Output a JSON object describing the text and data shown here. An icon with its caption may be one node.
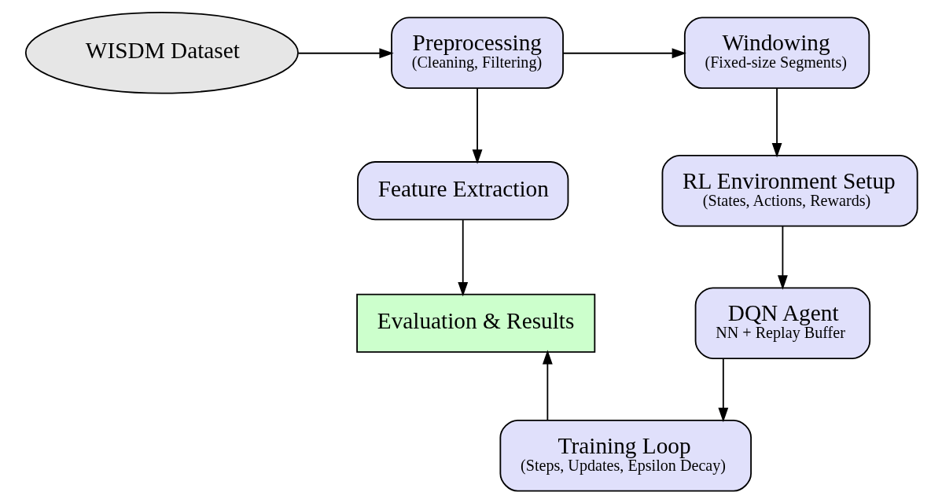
{
  "diagram": {
    "nodes": [
      {
        "text": [
          "WISDM Dataset"
        ]
      },
      {
        "text": [
          "Preprocessing",
          "(Cleaning, Filtering)"
        ]
      },
      {
        "text": [
          "Windowing",
          "(Fixed-size Segments)"
        ]
      },
      {
        "text": [
          "Feature Extraction"
        ]
      },
      {
        "text": [
          "RL Environment Setup",
          "(States, Actions, Rewards)"
        ]
      },
      {
        "text": [
          "Evaluation & Results"
        ]
      },
      {
        "text": [
          "DQN Agent",
          "NN + Replay Buffer"
        ]
      },
      {
        "text": [
          "Training Loop",
          "(Steps, Updates, Epsilon Decay)"
        ]
      }
    ],
    "edges": [
      {
        "from": 0,
        "to": 1,
        "arrow": "to"
      },
      {
        "from": 1,
        "to": 2,
        "arrow": "to"
      },
      {
        "from": 1,
        "to": 3,
        "arrow": "to"
      },
      {
        "from": 2,
        "to": 4,
        "arrow": "to"
      },
      {
        "from": 3,
        "to": 5,
        "arrow": "to"
      },
      {
        "from": 4,
        "to": 6,
        "arrow": "to"
      },
      {
        "from": 6,
        "to": 7,
        "arrow": "to"
      },
      {
        "from": 7,
        "to": 5,
        "arrow": "to"
      }
    ]
  }
}
